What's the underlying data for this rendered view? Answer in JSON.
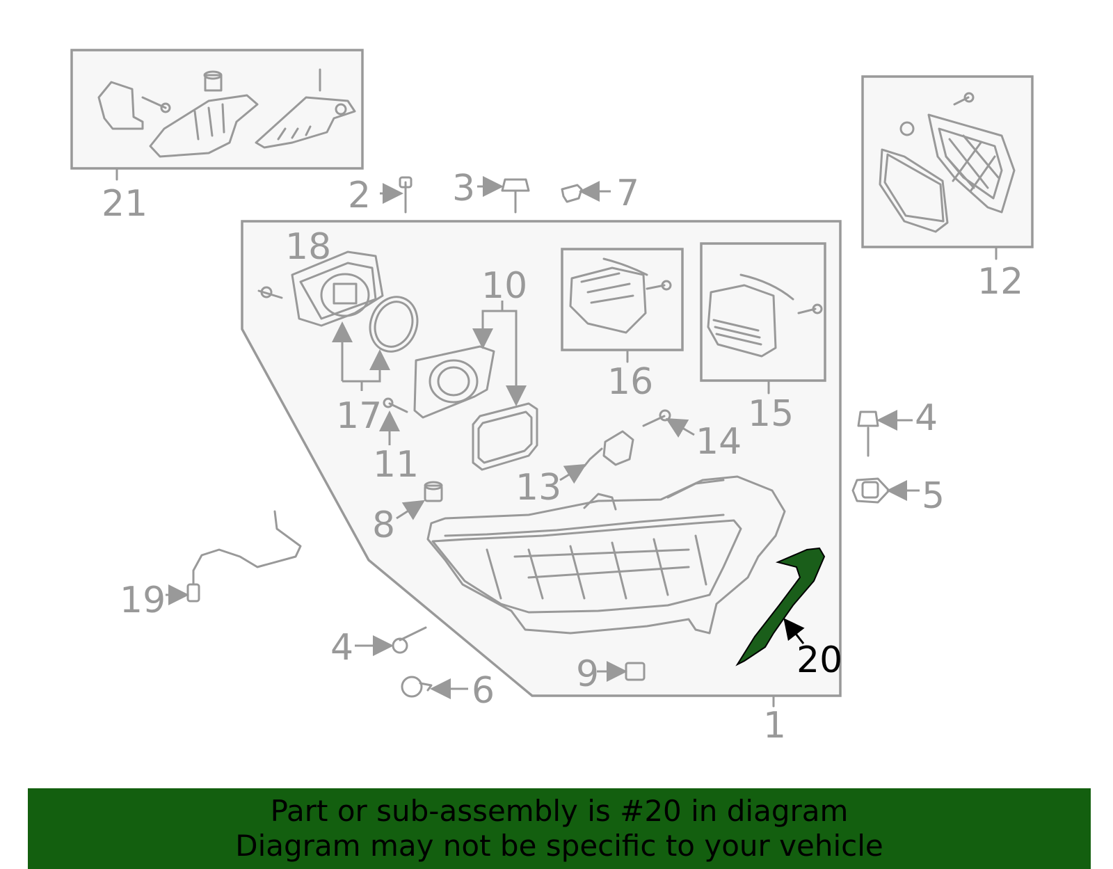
{
  "colors": {
    "banner_bg": "#135f0f",
    "highlight_part": "#1a5e1a",
    "line": "#999999"
  },
  "callouts": {
    "c1": "1",
    "c2": "2",
    "c3": "3",
    "c4a": "4",
    "c4b": "4",
    "c5": "5",
    "c6": "6",
    "c7": "7",
    "c8": "8",
    "c9": "9",
    "c10": "10",
    "c11": "11",
    "c12": "12",
    "c13": "13",
    "c14": "14",
    "c15": "15",
    "c16": "16",
    "c17": "17",
    "c18": "18",
    "c19": "19",
    "c20": "20",
    "c21": "21"
  },
  "highlighted_part": "20",
  "banner": {
    "line1": "Part or sub-assembly is #20 in diagram",
    "line2": "Diagram may not be specific to your vehicle"
  }
}
